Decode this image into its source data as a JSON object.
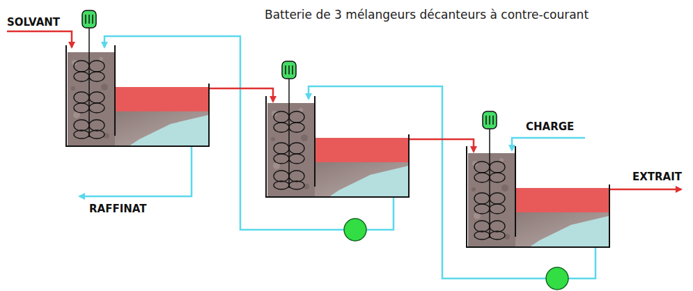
{
  "diagram": {
    "title": "Batterie de 3 mélangeurs décanteurs à contre-courant",
    "labels": [
      "SOLVANT",
      "CHARGE",
      "RAFFINAT",
      "EXTRAIT"
    ]
  }
}
